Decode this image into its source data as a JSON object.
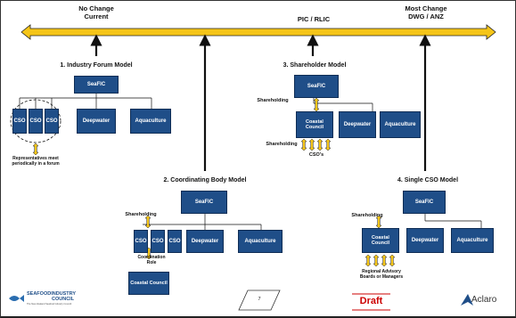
{
  "scale": {
    "left": "No Change\nCurrent",
    "middle": "PIC / RLIC",
    "right": "Most Change\nDWG / ANZ"
  },
  "models": {
    "m1": {
      "title": "1. Industry Forum Model",
      "root": "SeaFIC",
      "cso": "CSO",
      "deepwater": "Deepwater",
      "aquaculture": "Aquaculture",
      "note": "Representatives meet\nperiodically in a forum"
    },
    "m2": {
      "title": "2. Coordinating Body Model",
      "root": "SeaFIC",
      "shareholding": "Shareholding",
      "cso": "CSO",
      "deepwater": "Deepwater",
      "aquaculture": "Aquaculture",
      "role": "Coordination\nRole",
      "council": "Coastal Council"
    },
    "m3": {
      "title": "3. Shareholder Model",
      "root": "SeaFIC",
      "shareholding": "Shareholding",
      "council": "Coastal\nCouncil",
      "deepwater": "Deepwater",
      "aquaculture": "Aquaculture",
      "shareholding2": "Shareholding",
      "csos": "CSO's"
    },
    "m4": {
      "title": "4. Single CSO Model",
      "root": "SeaFIC",
      "shareholding": "Shareholding",
      "council": "Coastal\nCouncil",
      "deepwater": "Deepwater",
      "aquaculture": "Aquaculture",
      "boards": "Regional Advisory\nBoards or Managers"
    }
  },
  "footer": {
    "logo_left_name": "SEAFOODINDUSTRY",
    "logo_left_sub": "COUNCIL",
    "logo_left_tag": "The New Zealand Seafood Industry Council",
    "page": "7",
    "draft": "Draft",
    "logo_right": "Aclaro"
  },
  "colors": {
    "box": "#1f4e88",
    "arrow": "#f5c518",
    "draft": "#cc0000"
  }
}
